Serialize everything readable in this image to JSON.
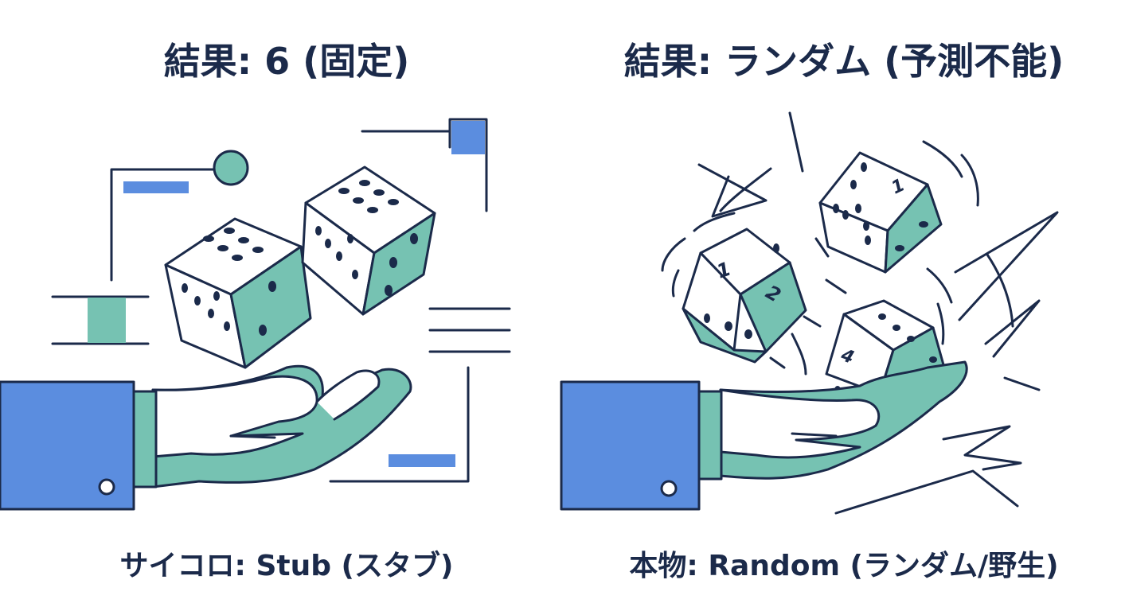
{
  "left_panel": {
    "title": "結果: 6 (固定)",
    "caption": "サイコロ: Stub (スタブ)"
  },
  "right_panel": {
    "title": "結果: ランダム (予測不能)",
    "caption": "本物: Random (ランダム/野生)",
    "die_face_labels": [
      "1",
      "2",
      "1",
      "4"
    ]
  },
  "colors": {
    "ink": "#1b2a4a",
    "blue": "#5b8ddf",
    "teal": "#76c2b2",
    "white": "#ffffff"
  }
}
